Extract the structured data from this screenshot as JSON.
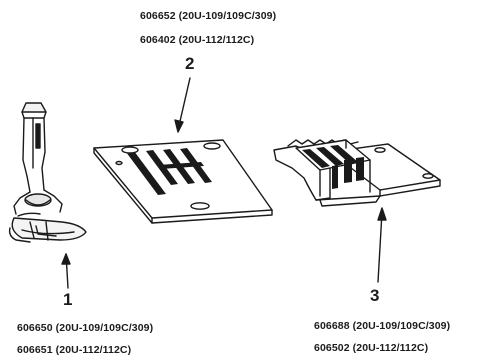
{
  "part2": {
    "number": "2",
    "codes": [
      "606652 (20U-109/109C/309)",
      "606402 (20U-112/112C)"
    ]
  },
  "part1": {
    "number": "1",
    "codes": [
      "606650 (20U-109/109C/309)",
      "606651 (20U-112/112C)"
    ]
  },
  "part3": {
    "number": "3",
    "codes": [
      "606688 (20U-109/109C/309)",
      "606502 (20U-112/112C)"
    ]
  }
}
